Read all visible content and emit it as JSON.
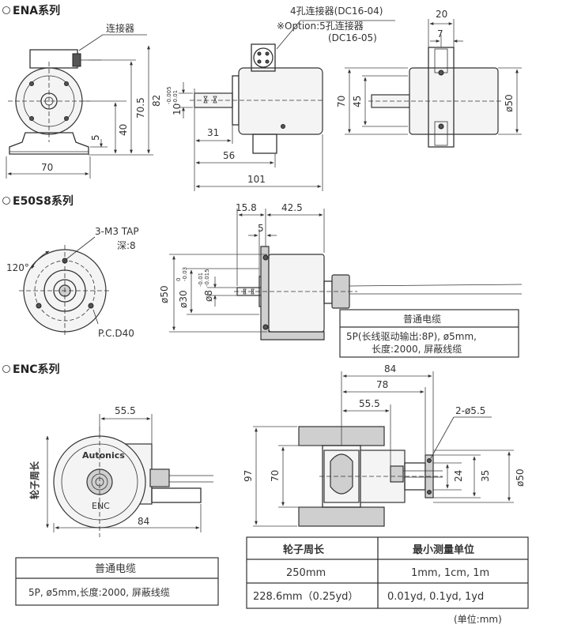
{
  "sections": {
    "ena": "ENA系列",
    "e50s8": "E50S8系列",
    "enc": "ENC系列"
  },
  "ena": {
    "connector_label": "连接器",
    "connector_4pin": "4孔连接器(DC16-04)",
    "option_5pin": "※Option:5孔连接器",
    "option_5pin_code": "(DC16-05)",
    "dims": {
      "d70_5": "70.5",
      "d82": "82",
      "d40": "40",
      "d5": "5",
      "d70_width": "70",
      "shaft10": "10",
      "shaft10_tol_up": "-0.005",
      "shaft10_tol_low": "-0.01",
      "d31": "31",
      "d56": "56",
      "d101": "101",
      "d20": "20",
      "d7": "7",
      "d70_side": "70",
      "d45": "45",
      "phi50": "ø50"
    }
  },
  "e50s8": {
    "tap_label": "3-M3 TAP",
    "depth_label": "深:8",
    "angle": "120°",
    "pcd": "P.C.D40",
    "dims": {
      "d15_8": "15.8",
      "d42_5": "42.5",
      "d5": "5",
      "phi50": "ø50",
      "phi30": "ø30",
      "phi30_tol_up": "0",
      "phi30_tol_low": "-0.03",
      "phi8": "ø8",
      "phi8_tol_up": "-0.01",
      "phi8_tol_low": "-0.015"
    },
    "cable_title": "普通电缆",
    "cable_line1": "5P(长线驱动输出:8P), ø5mm,",
    "cable_line2": "长度:2000, 屏蔽线缆"
  },
  "enc": {
    "wheel_label": "轮子周长",
    "brand": "Autonics",
    "model": "ENC",
    "dims": {
      "d55_5_front": "55.5",
      "d84_front": "84",
      "d84_top": "84",
      "d78": "78",
      "d55_5_top": "55.5",
      "holes": "2-ø5.5",
      "d97": "97",
      "d70": "70",
      "d24": "24",
      "d35": "35",
      "phi50": "ø50"
    },
    "cable_title": "普通电缆",
    "cable_spec": "5P, ø5mm,长度:2000, 屏蔽线缆",
    "table": {
      "headers": [
        "轮子周长",
        "最小测量单位"
      ],
      "rows": [
        [
          "250mm",
          "1mm, 1cm, 1m"
        ],
        [
          "228.6mm（0.25yd）",
          "0.01yd, 0.1yd, 1yd"
        ]
      ]
    },
    "unit_note": "(单位:mm)"
  }
}
